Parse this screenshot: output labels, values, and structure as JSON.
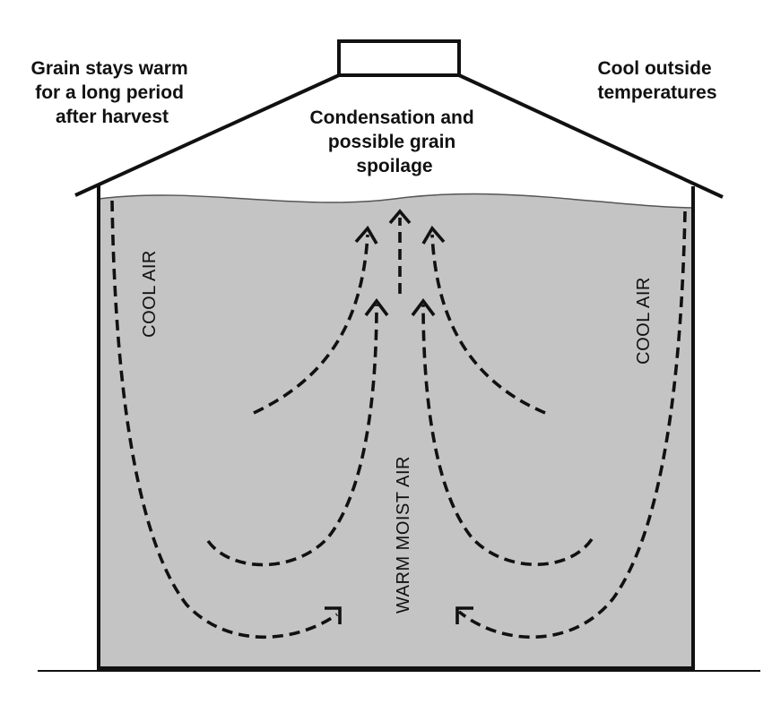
{
  "labels": {
    "left_note": [
      "Grain stays warm",
      "for a long period",
      "after harvest"
    ],
    "right_note": [
      "Cool outside",
      "temperatures"
    ],
    "center_note": [
      "Condensation and",
      "possible grain",
      "spoilage"
    ],
    "cool_air_left": "COOL AIR",
    "cool_air_right": "COOL AIR",
    "warm_moist_air": "WARM MOIST AIR"
  },
  "colors": {
    "grain_fill": "#c4c4c4",
    "line": "#111111",
    "background": "#ffffff"
  }
}
